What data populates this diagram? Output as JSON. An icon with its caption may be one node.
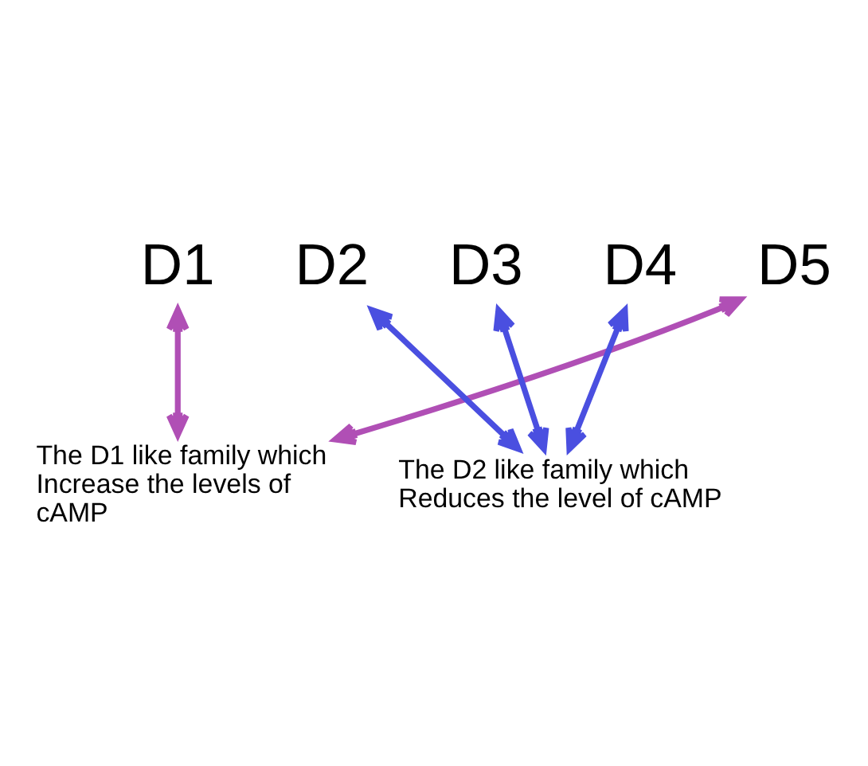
{
  "diagram": {
    "nodes": [
      {
        "text": [
          "D1"
        ]
      },
      {
        "text": [
          "D2"
        ]
      },
      {
        "text": [
          "D3"
        ]
      },
      {
        "text": [
          "D4"
        ]
      },
      {
        "text": [
          "D5"
        ]
      },
      {
        "text": [
          "The D1 like family which Increase the levels of cAMP"
        ]
      },
      {
        "text": [
          "The D2 like family which Reduces the level of cAMP"
        ]
      }
    ],
    "edges": [
      {
        "from": 5,
        "to": 0,
        "arrow": "both",
        "color": "#b04fb5"
      },
      {
        "from": 5,
        "to": 4,
        "arrow": "both",
        "color": "#b04fb5"
      },
      {
        "from": 6,
        "to": 1,
        "arrow": "both",
        "color": "#4a4fe0"
      },
      {
        "from": 6,
        "to": 2,
        "arrow": "both",
        "color": "#4a4fe0"
      },
      {
        "from": 6,
        "to": 3,
        "arrow": "both",
        "color": "#4a4fe0"
      }
    ]
  }
}
